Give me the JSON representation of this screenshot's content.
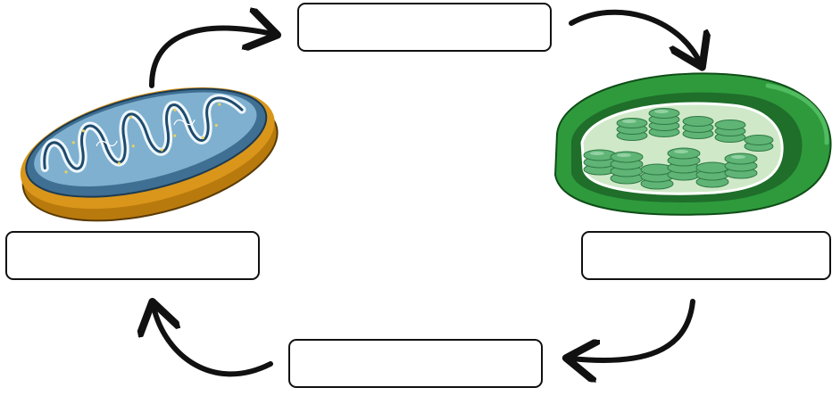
{
  "diagram": {
    "labels": {
      "top": "",
      "right": "",
      "bottom": "",
      "left": ""
    },
    "organelles": [
      {
        "name": "mitochondrion-illustration",
        "position": "upper-left"
      },
      {
        "name": "chloroplast-illustration",
        "position": "upper-right"
      }
    ],
    "arrows": [
      "left-to-top",
      "top-to-right",
      "right-to-bottom",
      "bottom-to-left"
    ],
    "colors": {
      "outline": "#111111",
      "mito_membrane": "#c98a12",
      "mito_matrix": "#6f9fbf",
      "chloro_outer": "#2e9a3c",
      "chloro_inner": "#1f6e2a",
      "thylakoid": "#6bbf7d"
    }
  }
}
